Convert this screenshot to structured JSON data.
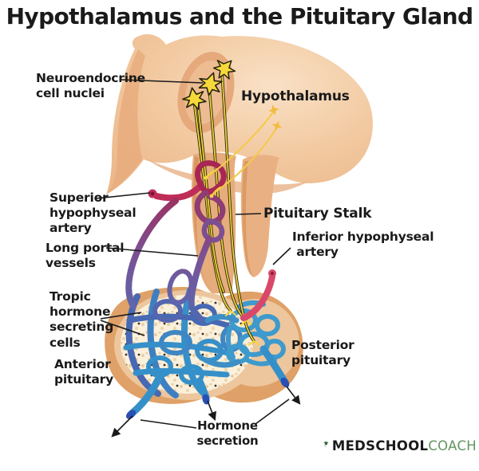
{
  "title": "Hypothalamus and the Pituitary Gland",
  "labels": {
    "neuroendocrine_cell_nuclei": "Neuroendocrine\ncell nuclei",
    "hypothalamus": "Hypothalamus",
    "superior_hypophyseal_artery": "Superior\nhypophyseal\nartery",
    "long_portal_vessels": "Long portal\nvessels",
    "pituitary_stalk": "Pituitary Stalk",
    "inferior_hypophyseal_artery": "Inferior hypophyseal\n artery",
    "tropic_hormone_secreting_cells": "Tropic\nhormone\nsecreting\ncells",
    "anterior_pituitary": "Anterior\npituitary",
    "posterior_pituitary": "Posterior\npituitary",
    "hormone_secretion": "Hormone\nsecretion"
  },
  "logo": {
    "icon": "graduation-cap-stethoscope-icon",
    "brand_primary": "MEDSCHOOL",
    "brand_secondary": "COACH"
  },
  "colors": {
    "outline_black": "#1a1a1a",
    "brain_peach": "#F2C8A0",
    "brain_shadow": "#E7AB7D",
    "pituitary_rim": "#DFA167",
    "pituitary_inner": "#EDC69D",
    "anterior_texture": "#FAF0DC",
    "artery_red": "#BE2D58",
    "inferior_artery_pink": "#D8486B",
    "portal_purple": "#7C4F92",
    "vein_blue": "#3590C9",
    "vein_tip_navy": "#2850B4",
    "neuron_yellow": "#F6D83B",
    "logo_green_dark": "#2F6B33",
    "logo_text_green": "#63955F"
  }
}
